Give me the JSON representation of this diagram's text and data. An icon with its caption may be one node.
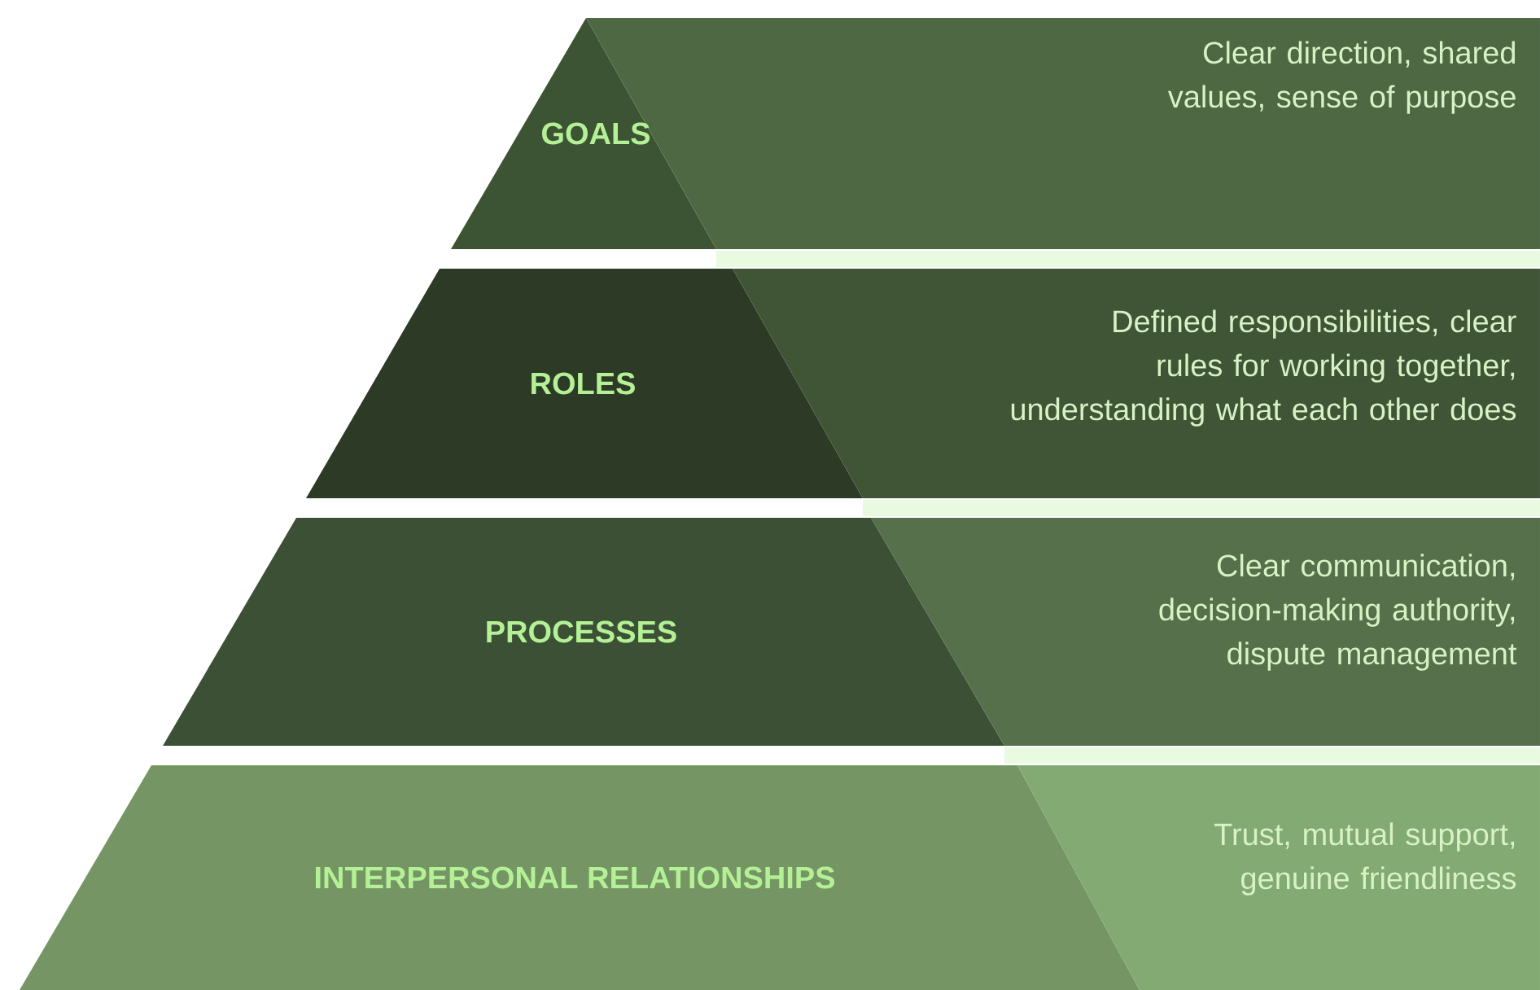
{
  "diagram": {
    "nodes": [
      {
        "text": [
          "GOALS",
          "Clear direction, shared values, sense of purpose"
        ]
      },
      {
        "text": [
          "ROLES",
          "Defined responsibilities, clear rules for working together, understanding what each other does"
        ]
      },
      {
        "text": [
          "PROCESSES",
          "Clear communication, decision-making authority, dispute management"
        ]
      },
      {
        "text": [
          "INTERPERSONAL RELATIONSHIPS",
          "Trust, mutual support, genuine friendliness"
        ]
      }
    ]
  }
}
